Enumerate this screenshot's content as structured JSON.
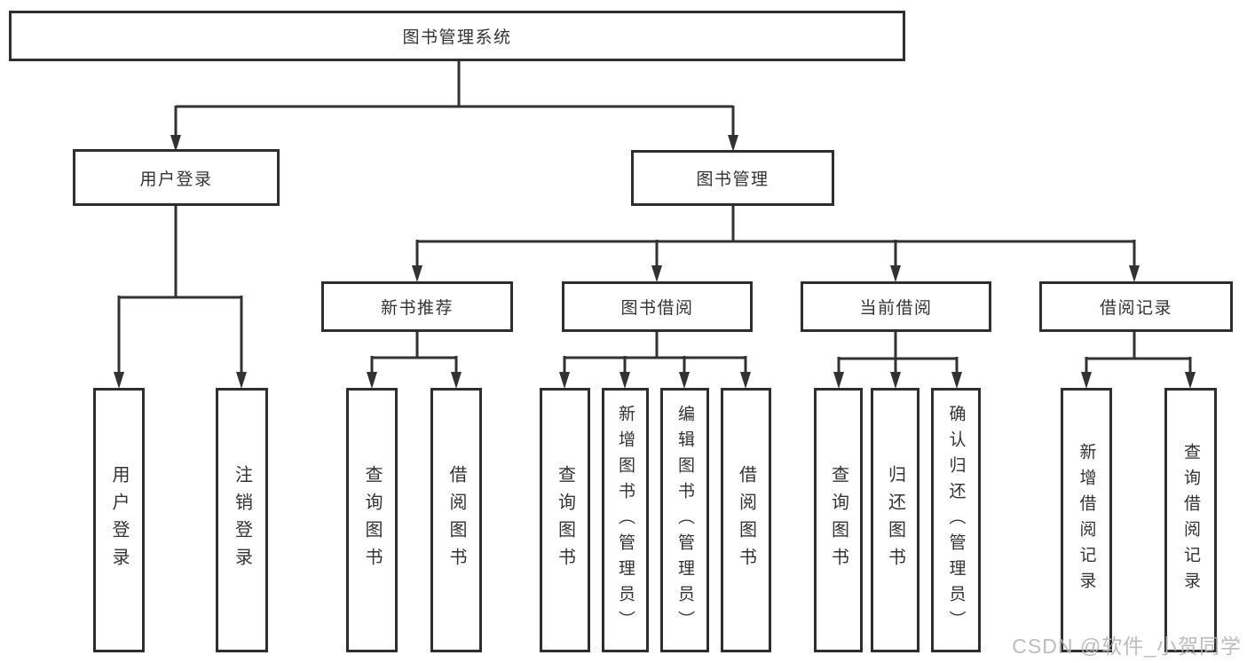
{
  "diagram_type": "functional-structure-tree",
  "colors": {
    "background": "#ffffff",
    "line": "#323232",
    "box_border": "#2e2e2e",
    "text": "#333333",
    "watermark": "#b5b5b5"
  },
  "nodes": {
    "root": "图书管理系统",
    "user_login": "用户登录",
    "book_mgmt": "图书管理",
    "new_book_rec": "新书推荐",
    "book_borrow": "图书借阅",
    "current_borrow": "当前借阅",
    "borrow_records": "借阅记录",
    "leaf_user_login": "用户登录",
    "leaf_logout": "注销登录",
    "leaf_query_book_rec": "查询图书",
    "leaf_borrow_book_rec": "借阅图书",
    "leaf_query_book_borrow": "查询图书",
    "leaf_add_book": "新增图书（管理员）",
    "leaf_edit_book": "编辑图书（管理员）",
    "leaf_borrow_book_borrow": "借阅图书",
    "leaf_query_book_current": "查询图书",
    "leaf_return_book": "归还图书",
    "leaf_confirm_return": "确认归还（管理员）",
    "leaf_add_borrow_record": "新增借阅记录",
    "leaf_query_borrow_record": "查询借阅记录"
  },
  "hierarchy": {
    "图书管理系统": {
      "用户登录": [
        "用户登录",
        "注销登录"
      ],
      "图书管理": {
        "新书推荐": [
          "查询图书",
          "借阅图书"
        ],
        "图书借阅": [
          "查询图书",
          "新增图书（管理员）",
          "编辑图书（管理员）",
          "借阅图书"
        ],
        "当前借阅": [
          "查询图书",
          "归还图书",
          "确认归还（管理员）"
        ],
        "借阅记录": [
          "新增借阅记录",
          "查询借阅记录"
        ]
      }
    }
  },
  "watermark": "CSDN @软件_小贺同学"
}
